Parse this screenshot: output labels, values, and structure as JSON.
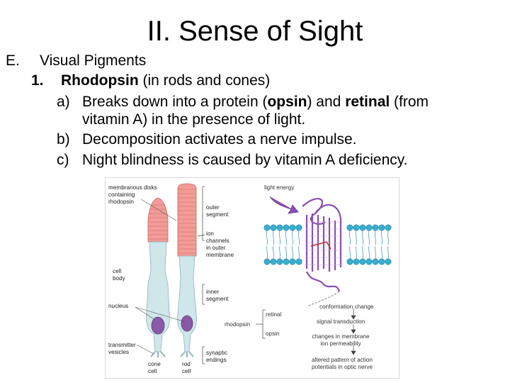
{
  "slide": {
    "title": "II. Sense of Sight",
    "section_marker": "E.",
    "section_title": "Visual Pigments",
    "item_number": "1.",
    "item_bold": "Rhodopsin",
    "item_rest": " (in rods and cones)",
    "points": {
      "a_marker": "a)",
      "a_t1": "Breaks down into a protein (",
      "a_b1": "opsin",
      "a_t2": ") and ",
      "a_b2": "retinal",
      "a_t3": " (from",
      "a_line2": "vitamin A) in the presence of light.",
      "b_marker": "b)",
      "b_text": "Decomposition activates a nerve impulse.",
      "c_marker": "c)",
      "c_text": "Night blindness is caused by vitamin A deficiency."
    }
  },
  "figure": {
    "left_labels": {
      "membranous_1": "membranous disks",
      "membranous_2": "containing",
      "membranous_3": "rhodopsin",
      "cell_body_1": "cell",
      "cell_body_2": "body",
      "nucleus": "nucleus",
      "transmitter_1": "transmitter",
      "transmitter_2": "vesicles",
      "cone_1": "cone",
      "cone_2": "cell",
      "rod_1": "rod",
      "rod_2": "cell"
    },
    "mid_labels": {
      "outer_seg_1": "outer",
      "outer_seg_2": "segment",
      "ion_1": "ion",
      "ion_2": "channels",
      "ion_3": "in outer",
      "ion_4": "membrane",
      "inner_seg_1": "inner",
      "inner_seg_2": "segment",
      "synaptic_1": "synaptic",
      "synaptic_2": "endings"
    },
    "right_labels": {
      "light_energy": "light energy",
      "retinal": "retinal",
      "rhodopsin": "rhodopsin",
      "opsin": "opsin",
      "conformation": "conformation change",
      "signal": "signal transduction",
      "changes_1": "changes in membrane",
      "changes_2": "ion permeability",
      "altered_1": "altered pattern of action",
      "altered_2": "potentials in optic nerve"
    },
    "colors": {
      "outer_segment": "#f29b97",
      "inner_segment": "#cfe6ea",
      "nucleus": "#8a5aa8",
      "membrane_heads": "#3aaecf",
      "protein": "#8a4fb0"
    }
  }
}
